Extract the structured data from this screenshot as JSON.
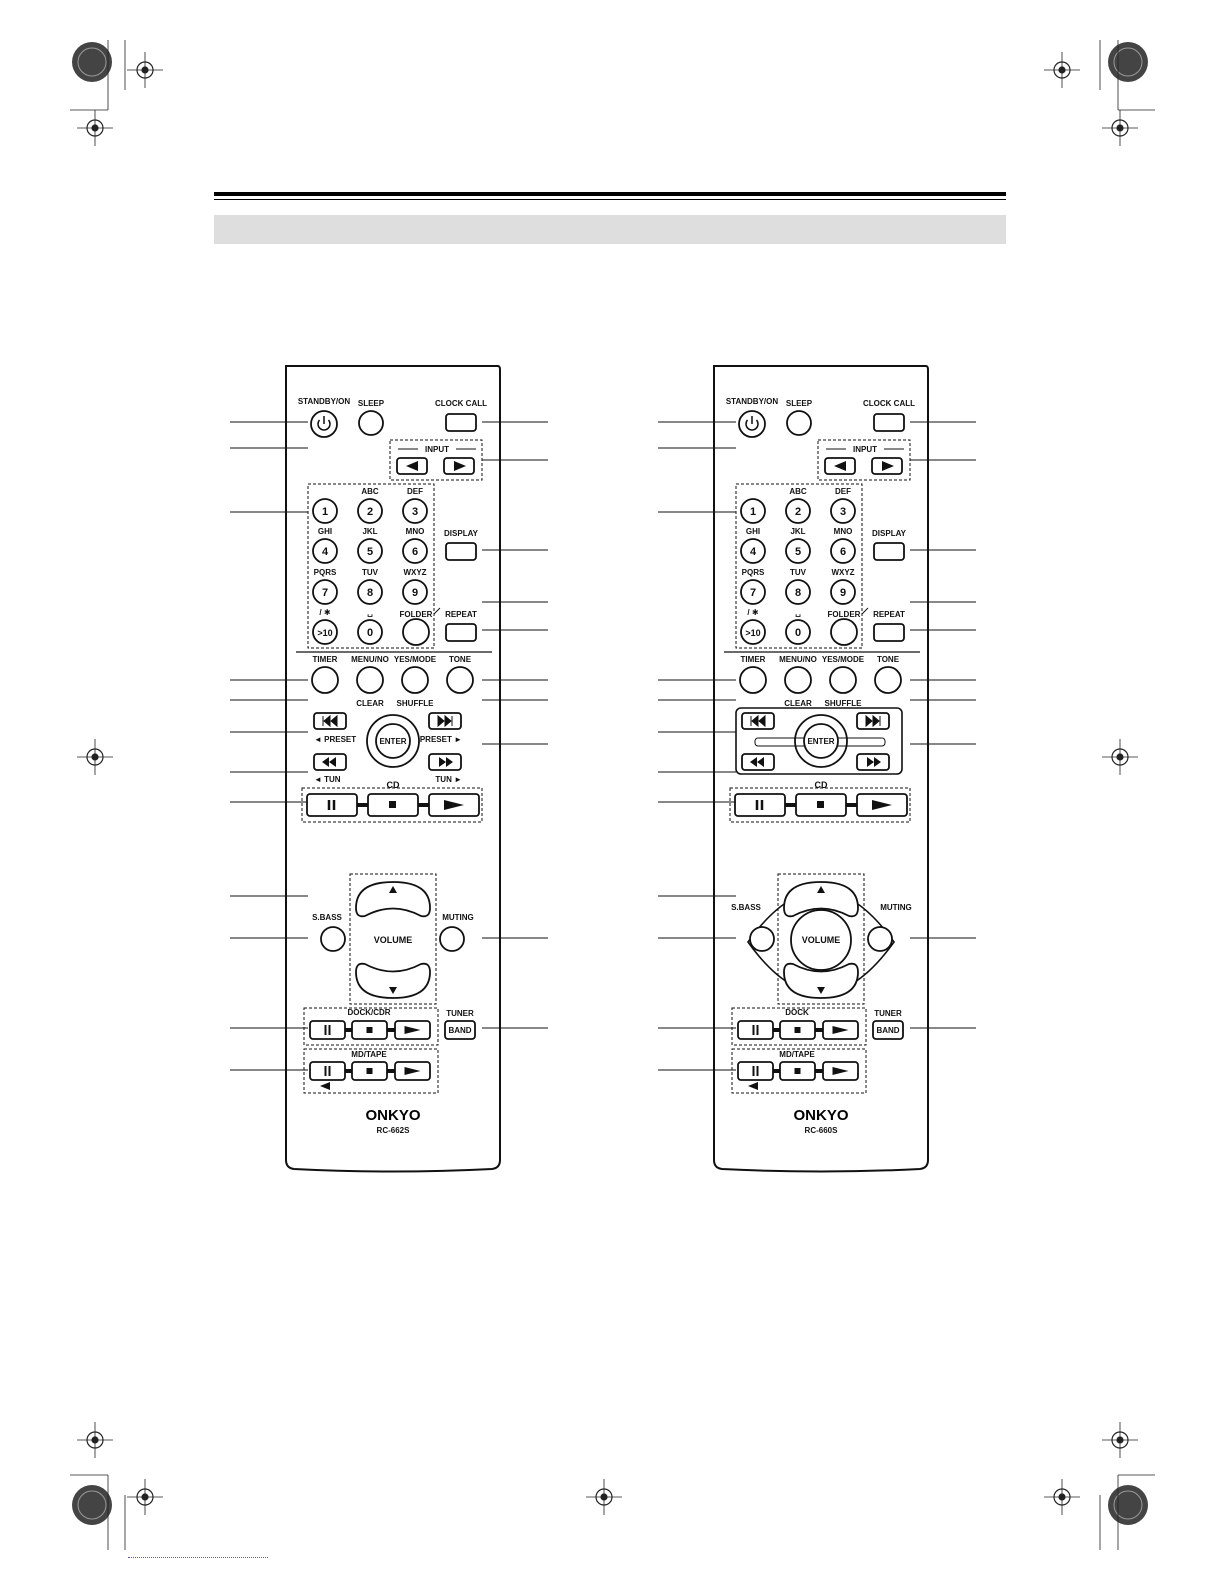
{
  "remotes": [
    {
      "id": "rc662s",
      "brand": "ONKYO",
      "model": "RC-662S",
      "labels": {
        "standby": "STANDBY/ON",
        "sleep": "SLEEP",
        "clock_call": "CLOCK CALL",
        "input": "INPUT",
        "display": "DISPLAY",
        "folder": "FOLDER",
        "repeat": "REPEAT",
        "timer": "TIMER",
        "menu_no": "MENU/NO",
        "yes_mode": "YES/MODE",
        "tone": "TONE",
        "clear": "CLEAR",
        "shuffle": "SHUFFLE",
        "preset_left": "◄ PRESET",
        "preset_right": "PRESET ►",
        "enter": "ENTER",
        "tun_left": "◄ TUN",
        "tun_right": "TUN ►",
        "cd": "CD",
        "s_bass": "S.BASS",
        "volume": "VOLUME",
        "muting": "MUTING",
        "dock": "DOCK/CDR",
        "tuner": "TUNER",
        "band": "BAND",
        "md_tape": "MD/TAPE"
      }
    },
    {
      "id": "rc660s",
      "brand": "ONKYO",
      "model": "RC-660S",
      "labels": {
        "standby": "STANDBY/ON",
        "sleep": "SLEEP",
        "clock_call": "CLOCK CALL",
        "input": "INPUT",
        "display": "DISPLAY",
        "folder": "FOLDER",
        "repeat": "REPEAT",
        "timer": "TIMER",
        "menu_no": "MENU/NO",
        "yes_mode": "YES/MODE",
        "tone": "TONE",
        "clear": "CLEAR",
        "shuffle": "SHUFFLE",
        "preset_left": "",
        "preset_right": "",
        "enter": "ENTER",
        "tun_left": "",
        "tun_right": "",
        "cd": "CD",
        "s_bass": "S.BASS",
        "volume": "VOLUME",
        "muting": "MUTING",
        "dock": "DOCK",
        "tuner": "TUNER",
        "band": "BAND",
        "md_tape": "MD/TAPE"
      }
    }
  ],
  "numpad": [
    {
      "digit": "1",
      "letters": ""
    },
    {
      "digit": "2",
      "letters": "ABC"
    },
    {
      "digit": "3",
      "letters": "DEF"
    },
    {
      "digit": "4",
      "letters": "GHI"
    },
    {
      "digit": "5",
      "letters": "JKL"
    },
    {
      "digit": "6",
      "letters": "MNO"
    },
    {
      "digit": "7",
      "letters": "PQRS"
    },
    {
      "digit": "8",
      "letters": "TUV"
    },
    {
      "digit": "9",
      "letters": "WXYZ"
    },
    {
      "digit": ">10",
      "letters": "/ ✱"
    },
    {
      "digit": "0",
      "letters": "␣"
    }
  ]
}
